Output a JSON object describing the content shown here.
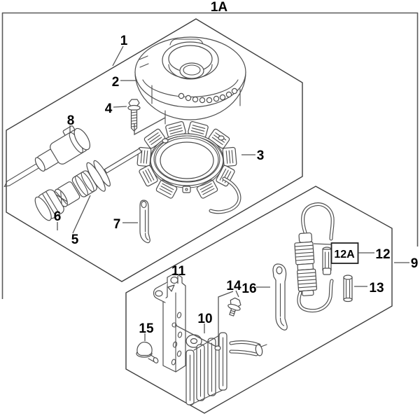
{
  "labels": {
    "l1a": "1A",
    "l1": "1",
    "l2": "2",
    "l3": "3",
    "l4": "4",
    "l5": "5",
    "l6": "6",
    "l7": "7",
    "l8": "8",
    "l9": "9",
    "l10": "10",
    "l11": "11",
    "l12": "12",
    "l12a": "12A",
    "l13": "13",
    "l14": "14",
    "l15": "15",
    "l16": "16"
  }
}
